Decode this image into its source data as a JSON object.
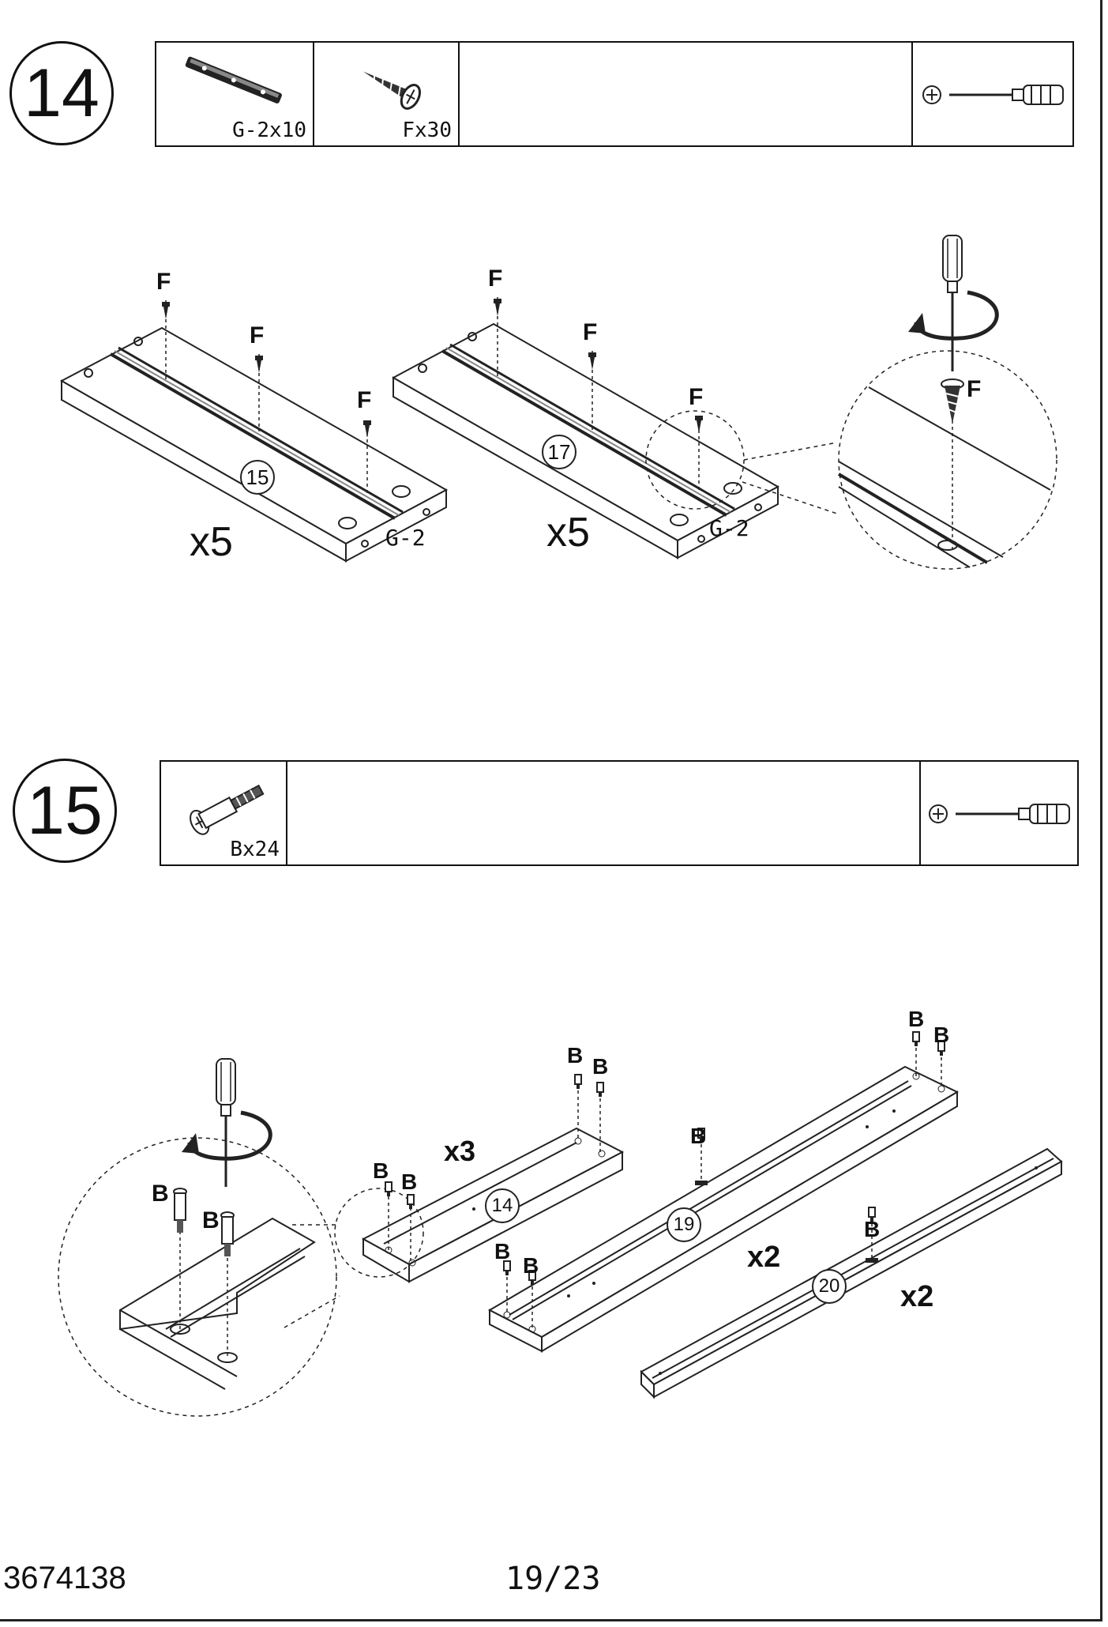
{
  "step14": {
    "number": "14",
    "parts": [
      {
        "icon": "dowel-strip-icon",
        "label": "G-2x10"
      },
      {
        "icon": "wood-screw-icon",
        "label": "Fx30"
      }
    ],
    "tool": "phillips-screwdriver-icon",
    "screw_label": "F",
    "panels": [
      {
        "part_no": "15",
        "qty": "x5",
        "strip_label": "G-2"
      },
      {
        "part_no": "17",
        "qty": "x5",
        "strip_label": "G-2"
      }
    ]
  },
  "step15": {
    "number": "15",
    "parts": [
      {
        "icon": "cam-bolt-icon",
        "label": "Bx24"
      }
    ],
    "tool": "phillips-screwdriver-icon",
    "bolt_label": "B",
    "panels": [
      {
        "part_no": "14",
        "qty": "x3"
      },
      {
        "part_no": "19",
        "qty": "x2"
      },
      {
        "part_no": "20",
        "qty": "x2"
      }
    ]
  },
  "footer": {
    "code": "3674138",
    "page": "19/23"
  }
}
